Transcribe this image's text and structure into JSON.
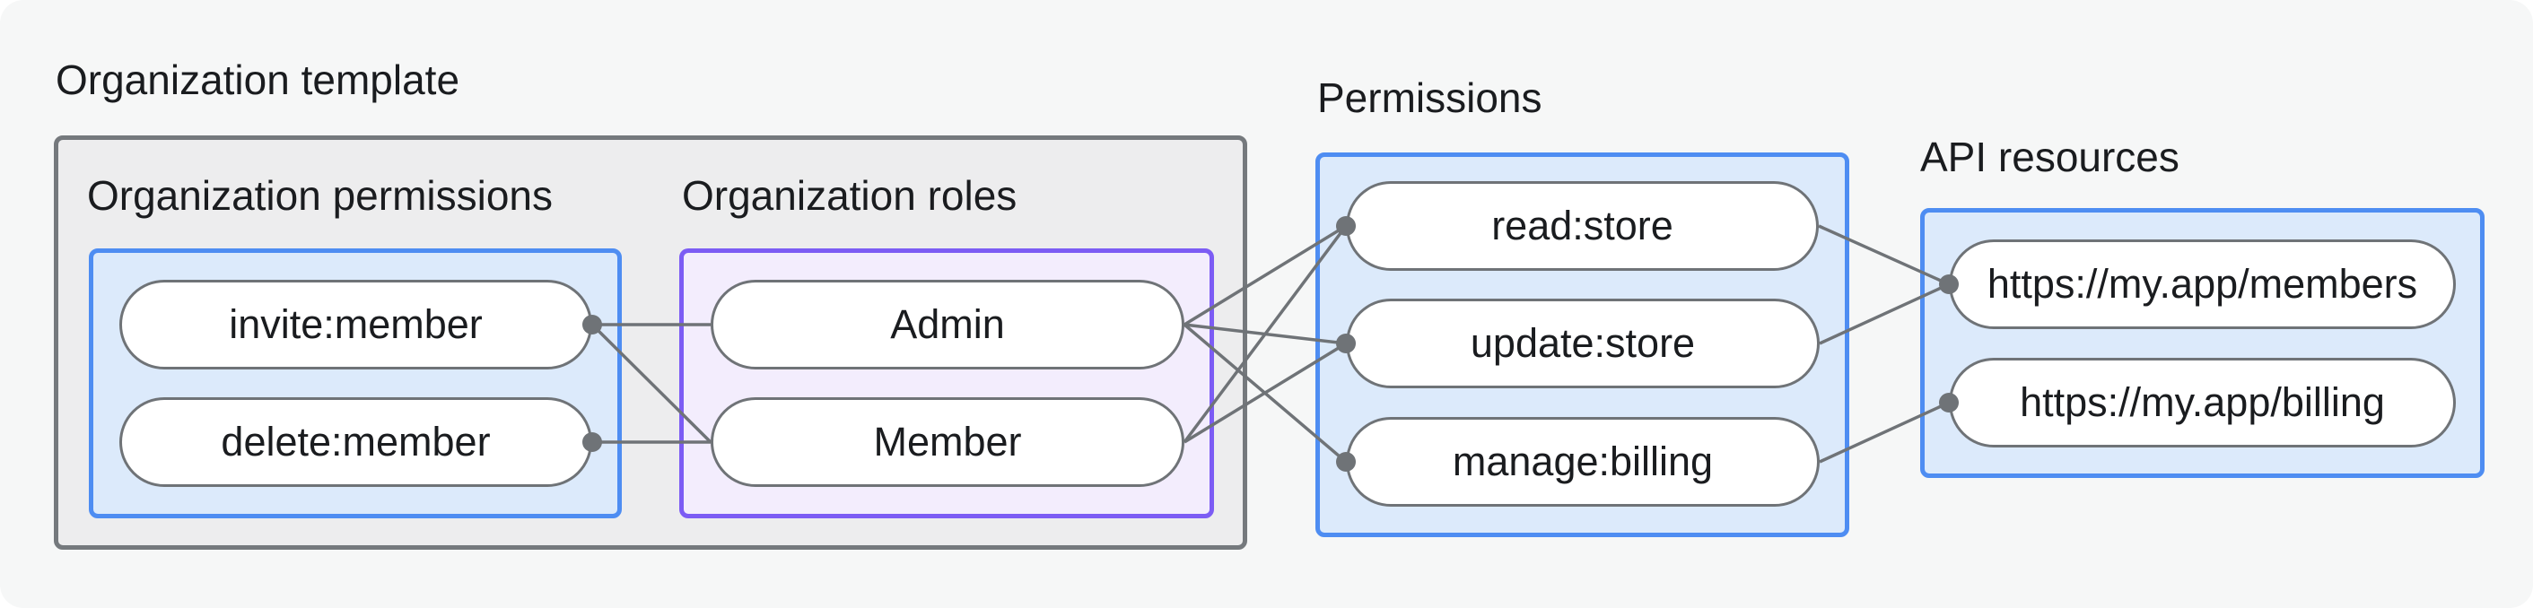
{
  "title": "Organization template",
  "labels": {
    "org_permissions": "Organization permissions",
    "org_roles": "Organization roles",
    "permissions": "Permissions",
    "api_resources": "API resources"
  },
  "nodes": {
    "invite": {
      "label": "invite:member"
    },
    "delete": {
      "label": "delete:member"
    },
    "admin": {
      "label": "Admin"
    },
    "member": {
      "label": "Member"
    },
    "read": {
      "label": "read:store"
    },
    "update": {
      "label": "update:store"
    },
    "manage": {
      "label": "manage:billing"
    },
    "members_api": {
      "label": "https://my.app/members"
    },
    "billing_api": {
      "label": "https://my.app/billing"
    }
  },
  "edges": [
    {
      "from": "invite",
      "to": "admin"
    },
    {
      "from": "invite",
      "to": "member"
    },
    {
      "from": "delete",
      "to": "member"
    },
    {
      "from": "admin",
      "to": "read"
    },
    {
      "from": "admin",
      "to": "update"
    },
    {
      "from": "admin",
      "to": "manage"
    },
    {
      "from": "member",
      "to": "read"
    },
    {
      "from": "member",
      "to": "update"
    },
    {
      "from": "read",
      "to": "members_api"
    },
    {
      "from": "update",
      "to": "members_api"
    },
    {
      "from": "manage",
      "to": "billing_api"
    }
  ],
  "dots": [
    "invite.right",
    "delete.right",
    "read.left",
    "update.left",
    "manage.left",
    "members_api.left",
    "billing_api.left"
  ],
  "colors": {
    "canvas": "#f6f7f7",
    "grayFill": "#ededee",
    "grayBorder": "#75797d",
    "blueFill": "#dceafb",
    "blueBorder": "#4e8df2",
    "purpleFill": "#f3edfd",
    "purpleBorder": "#7c5cf4",
    "pillBorder": "#6f7377",
    "line": "#6f7377",
    "text": "#1a1c1f"
  }
}
